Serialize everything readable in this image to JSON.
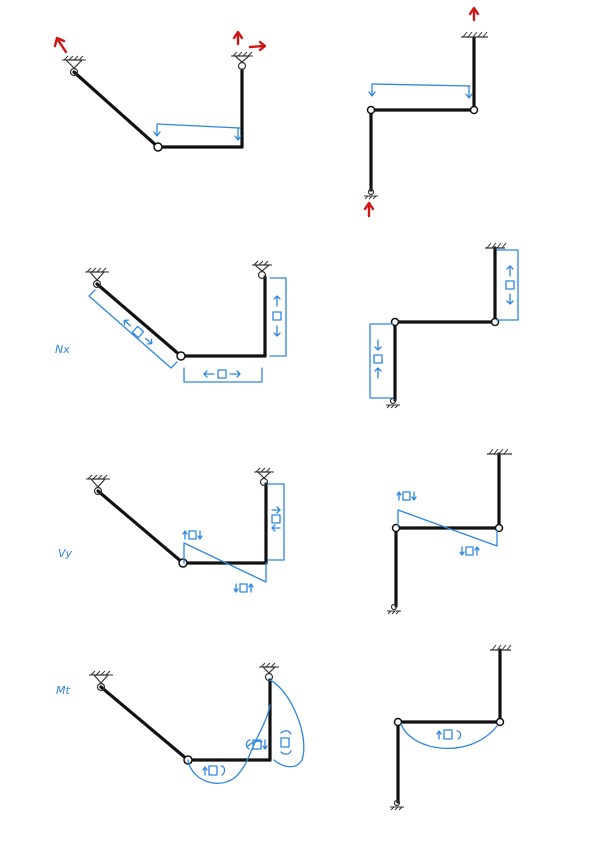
{
  "labels": {
    "axial": "Nx",
    "shear": "Vy",
    "moment": "Mt"
  },
  "colors": {
    "member": "#111111",
    "diagram": "#2f86e0",
    "reaction": "#d01414"
  },
  "icons": {
    "pin": "pin-support-icon",
    "fixed": "fixed-support-icon",
    "hinge": "internal-hinge-icon",
    "reaction": "reaction-arrow-icon",
    "sign": "sign-convention-element-icon"
  }
}
